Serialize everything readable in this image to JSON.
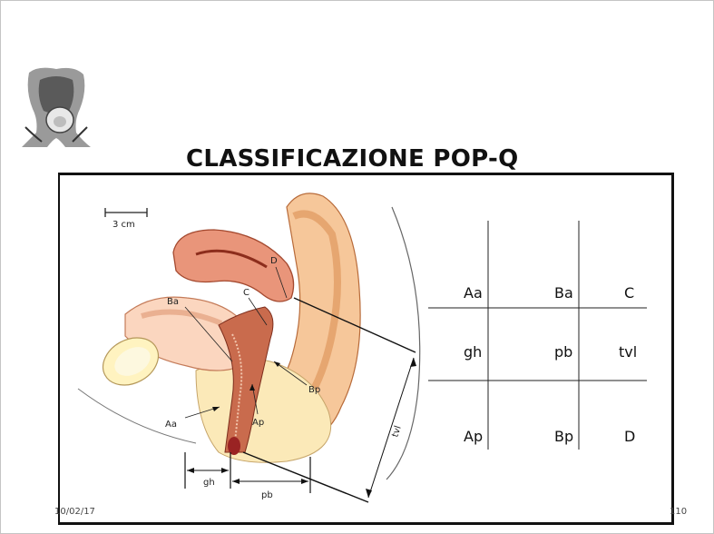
{
  "slide": {
    "title": "CLASSIFICAZIONE POP-Q",
    "date": "10/02/17",
    "page_number": "110"
  },
  "figure": {
    "scale_label": "3 cm",
    "labels": {
      "D": "D",
      "C": "C",
      "Ba": "Ba",
      "Bp": "Bp",
      "Aa": "Aa",
      "Ap": "Ap",
      "gh": "gh",
      "pb": "pb",
      "tvl": "tvl"
    }
  },
  "grid": {
    "rows": [
      [
        "Aa",
        "Ba",
        "C"
      ],
      [
        "gh",
        "pb",
        "tvl"
      ],
      [
        "Ap",
        "Bp",
        "D"
      ]
    ]
  }
}
